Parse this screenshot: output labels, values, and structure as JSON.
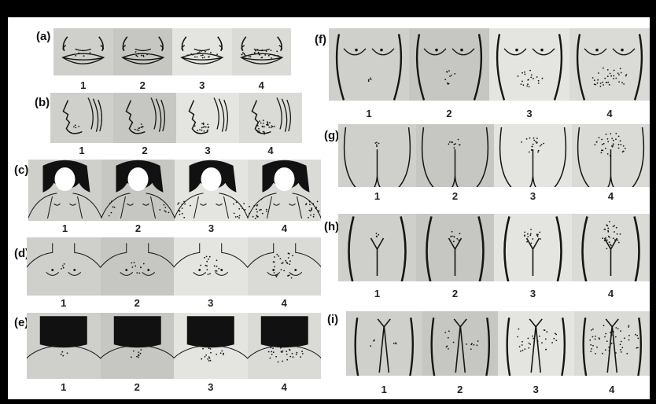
{
  "panels": [
    {
      "label": "(a)",
      "region": "upper-lip",
      "grades": [
        "1",
        "2",
        "3",
        "4"
      ]
    },
    {
      "label": "(b)",
      "region": "chin",
      "grades": [
        "1",
        "2",
        "3",
        "4"
      ]
    },
    {
      "label": "(c)",
      "region": "upper-arm",
      "grades": [
        "1",
        "2",
        "3",
        "4"
      ]
    },
    {
      "label": "(d)",
      "region": "chest",
      "grades": [
        "1",
        "2",
        "3",
        "4"
      ]
    },
    {
      "label": "(e)",
      "region": "upper-back",
      "grades": [
        "1",
        "2",
        "3",
        "4"
      ]
    },
    {
      "label": "(f)",
      "region": "upper-abdomen",
      "grades": [
        "1",
        "2",
        "3",
        "4"
      ]
    },
    {
      "label": "(g)",
      "region": "lower-back",
      "grades": [
        "1",
        "2",
        "3",
        "4"
      ]
    },
    {
      "label": "(h)",
      "region": "lower-abdomen",
      "grades": [
        "1",
        "2",
        "3",
        "4"
      ]
    },
    {
      "label": "(i)",
      "region": "thighs",
      "grades": [
        "1",
        "2",
        "3",
        "4"
      ]
    }
  ],
  "colors": {
    "ink": "#151515",
    "cell_shades": [
      "#cfcfcb",
      "#c6c6c2",
      "#e4e4e0",
      "#dadad6"
    ]
  }
}
